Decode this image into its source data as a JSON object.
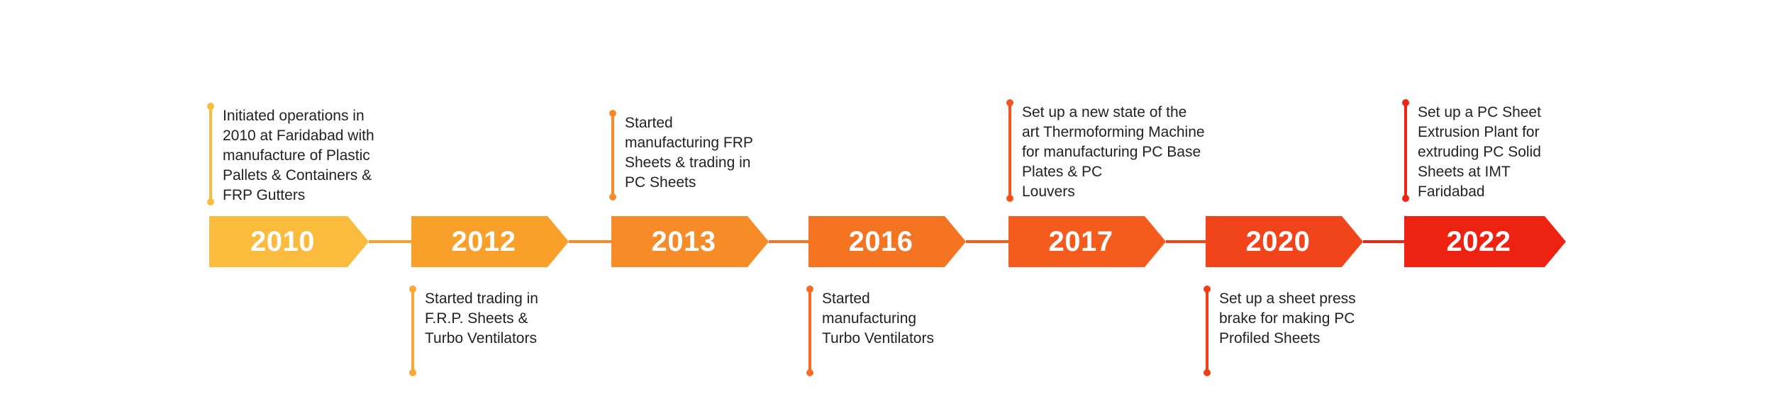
{
  "infographic": {
    "type": "company-milestone-timeline",
    "background_color": "#ffffff",
    "text_color": "#231f20",
    "badge_text_color": "#ffffff"
  },
  "milestones": [
    {
      "year": "2010",
      "badge_color": "#FBBB3C",
      "stem_color": "#FBBB3C",
      "position": "above",
      "text": "Initiated operations in\n2010 at Faridabad with\nmanufacture of Plastic\nPallets & Containers &\nFRP Gutters"
    },
    {
      "year": "2012",
      "badge_color": "#F9A02B",
      "stem_color": "#F9A736",
      "position": "below",
      "text": "Started trading in\nF.R.P. Sheets &\nTurbo Ventilators"
    },
    {
      "year": "2013",
      "badge_color": "#F78B28",
      "stem_color": "#F7892A",
      "position": "above",
      "text": "Started\nmanufacturing FRP\nSheets & trading in\nPC Sheets"
    },
    {
      "year": "2016",
      "badge_color": "#F57422",
      "stem_color": "#F66B26",
      "position": "below",
      "text": "Started\nmanufacturing\nTurbo Ventilators"
    },
    {
      "year": "2017",
      "badge_color": "#F45B1C",
      "stem_color": "#F4551E",
      "position": "above",
      "text": "Set up a new state of the\nart Thermoforming Machine\nfor manufacturing PC Base\nPlates & PC\nLouvers"
    },
    {
      "year": "2020",
      "badge_color": "#F1441A",
      "stem_color": "#F13D18",
      "position": "below",
      "text": "Set up a sheet press\nbrake for making PC\nProfiled Sheets"
    },
    {
      "year": "2022",
      "badge_color": "#ED2211",
      "stem_color": "#EE2414",
      "position": "above",
      "text": "Set up a PC Sheet\nExtrusion Plant for\nextruding PC Solid\nSheets at IMT\nFaridabad"
    }
  ],
  "connectors": [
    {
      "color": "#F9A02B"
    },
    {
      "color": "#F78B28"
    },
    {
      "color": "#F57422"
    },
    {
      "color": "#F45B1C"
    },
    {
      "color": "#F1441A"
    },
    {
      "color": "#ED2211"
    }
  ]
}
